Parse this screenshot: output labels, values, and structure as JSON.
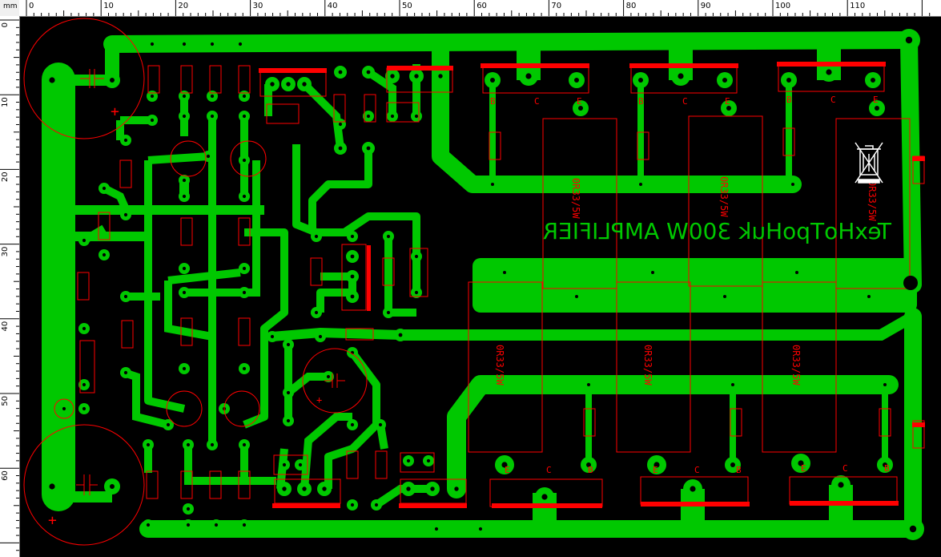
{
  "ruler": {
    "unit": "mm",
    "top_labels": [
      "0",
      "10",
      "20",
      "30",
      "40",
      "50",
      "60",
      "70",
      "80",
      "90",
      "100",
      "110"
    ],
    "left_labels": [
      "0",
      "10",
      "20",
      "30",
      "40",
      "50",
      "60"
    ]
  },
  "board": {
    "title_text": "TexHoTpoHuk 300W AMPLIFIER",
    "resistor_labels": [
      "0R33/5W",
      "0R33/5W",
      "0R33/5W",
      "0R33/5W",
      "0R33/5W",
      "0R33/5W"
    ],
    "transistor_pins_top": [
      "B",
      "C",
      "E"
    ],
    "transistor_pins_bottom": [
      "E",
      "C",
      "B"
    ],
    "cap_polarity": "+",
    "colors": {
      "board": "#000000",
      "copper": "#00c800",
      "silk": "#ff0000",
      "ruler": "#ffffff"
    },
    "icons": [
      "recycle-bin-icon"
    ]
  }
}
